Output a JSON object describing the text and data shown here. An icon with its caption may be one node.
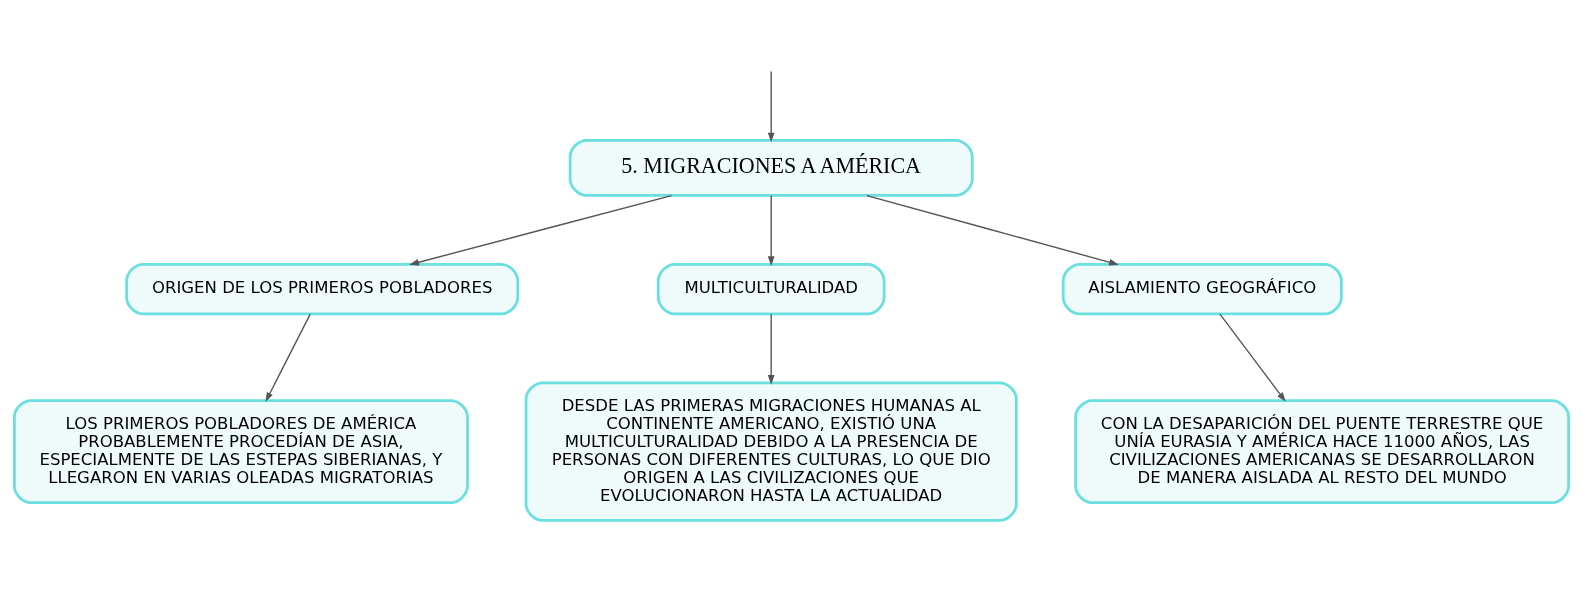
{
  "diagram": {
    "nodes": [
      {
        "text": [
          "5. MIGRACIONES A AMÉRICA"
        ]
      },
      {
        "text": [
          "ORIGEN DE LOS PRIMEROS POBLADORES"
        ]
      },
      {
        "text": [
          "MULTICULTURALIDAD"
        ]
      },
      {
        "text": [
          "AISLAMIENTO GEOGRÁFICO"
        ]
      },
      {
        "text": [
          "LOS PRIMEROS POBLADORES DE AMÉRICA PROBABLEMENTE PROCEDÍAN DE ASIA, ESPECIALMENTE DE LAS ESTEPAS SIBERIANAS, Y LLEGARON EN VARIAS OLEADAS MIGRATORIAS"
        ]
      },
      {
        "text": [
          "DESDE LAS PRIMERAS MIGRACIONES HUMANAS AL CONTINENTE AMERICANO, EXISTIÓ UNA MULTICULTURALIDAD DEBIDO A LA PRESENCIA DE PERSONAS CON DIFERENTES CULTURAS, LO QUE DIO ORIGEN A LAS CIVILIZACIONES QUE EVOLUCIONARON HASTA LA ACTUALIDAD"
        ]
      },
      {
        "text": [
          "CON LA DESAPARICIÓN DEL PUENTE TERRESTRE QUE UNÍA EURASIA Y AMÉRICA HACE 11000 AÑOS, LAS CIVILIZACIONES AMERICANAS SE DESARROLLARON DE MANERA AISLADA AL RESTO DEL MUNDO"
        ]
      }
    ],
    "edges": [
      {
        "from": null,
        "to": 0,
        "arrow": "to"
      },
      {
        "from": 0,
        "to": 1,
        "arrow": "to"
      },
      {
        "from": 0,
        "to": 2,
        "arrow": "to"
      },
      {
        "from": 0,
        "to": 3,
        "arrow": "to"
      },
      {
        "from": 1,
        "to": 4,
        "arrow": "to"
      },
      {
        "from": 2,
        "to": 5,
        "arrow": "to"
      },
      {
        "from": 3,
        "to": 6,
        "arrow": "to"
      }
    ]
  }
}
